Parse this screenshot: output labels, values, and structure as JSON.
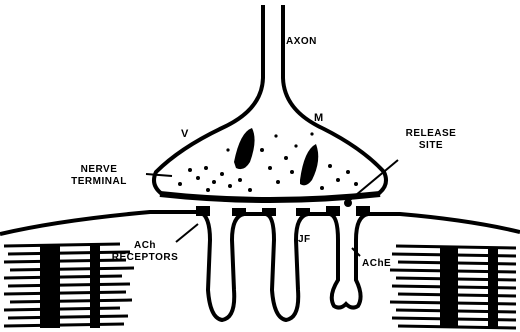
{
  "labels": {
    "axon": "AXON",
    "m": "M",
    "v": "V",
    "nerve_terminal_line1": "NERVE",
    "nerve_terminal_line2": "TERMINAL",
    "release_site_line1": "RELEASE",
    "release_site_line2": "SITE",
    "ach_receptors_line1": "ACh",
    "ach_receptors_line2": "RECEPTORS",
    "jf": "JF",
    "ache": "AChE"
  },
  "colors": {
    "ink": "#000000",
    "paper": "#ffffff"
  }
}
